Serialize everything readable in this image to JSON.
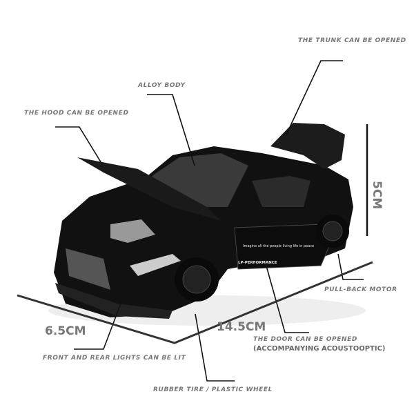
{
  "labels": {
    "trunk": "THE TRUNK CAN BE OPENED",
    "alloy": "ALLOY BODY",
    "hood": "THE HOOD CAN BE OPENED",
    "height": "5CM",
    "pullback": "PULL-BACK MOTOR",
    "width": "6.5CM",
    "length": "14.5CM",
    "door": "THE DOOR CAN BE OPENED",
    "door_sub": "(ACCOMPANYING ACOUSTOOPTIC)",
    "lights": "FRONT AND REAR LIGHTS CAN BE LIT",
    "tire": "RUBBER TIRE / PLASTIC WHEEL"
  },
  "car": {
    "door_slogan": "Imagine all the people living life in peace",
    "door_brand": "LP-PERFORMANCE",
    "body_color": "#111111"
  }
}
